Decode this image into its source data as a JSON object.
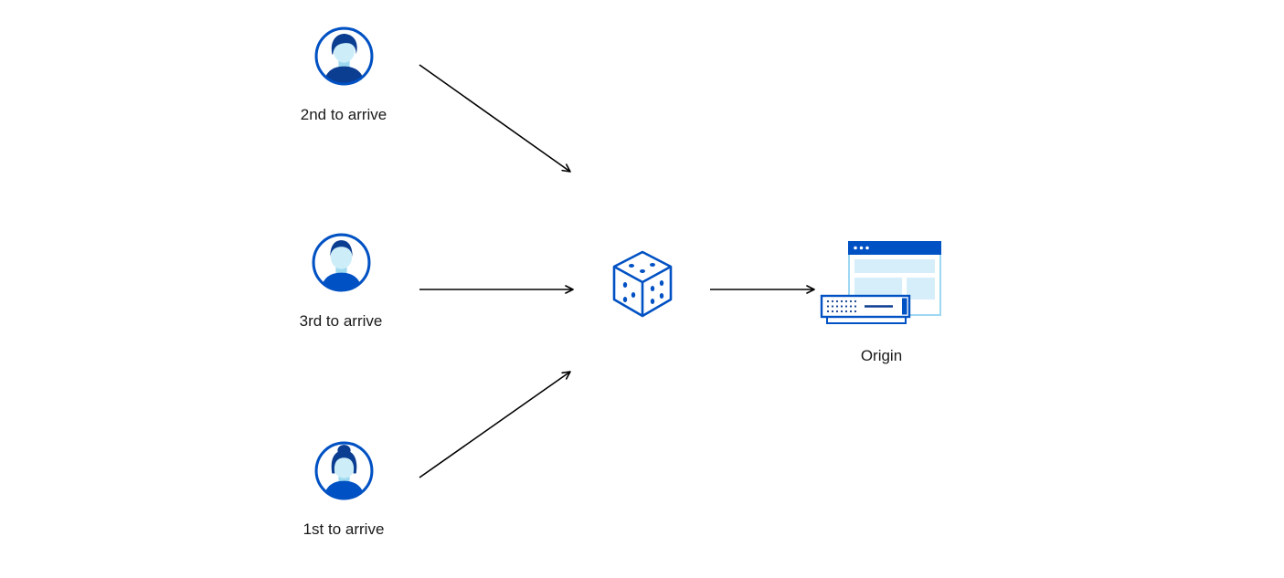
{
  "diagram": {
    "description": "Three clients send requests through a randomizer (dice) to an origin server",
    "clients": [
      {
        "label": "2nd to arrive",
        "icon": "user-avatar-swoop-hair-icon"
      },
      {
        "label": "3rd to arrive",
        "icon": "user-avatar-short-hair-icon"
      },
      {
        "label": "1st to arrive",
        "icon": "user-avatar-bun-hair-icon"
      }
    ],
    "randomizer": {
      "icon": "dice-icon"
    },
    "origin": {
      "label": "Origin",
      "icon": "origin-server-browser-icon"
    },
    "arrows": [
      {
        "name": "client1-to-dice",
        "direction": "diagonal-down-right"
      },
      {
        "name": "client2-to-dice",
        "direction": "horizontal-right"
      },
      {
        "name": "client3-to-dice",
        "direction": "diagonal-up-right"
      },
      {
        "name": "dice-to-origin",
        "direction": "horizontal-right"
      }
    ],
    "colors": {
      "primary_blue": "#0051c3",
      "dark_navy": "#0b3d91",
      "light_blue_fill": "#d6eefa",
      "pale_face": "#cdeef9",
      "neck_shade": "#9fd9ef",
      "arrow": "#000000",
      "background": "#ffffff"
    }
  }
}
